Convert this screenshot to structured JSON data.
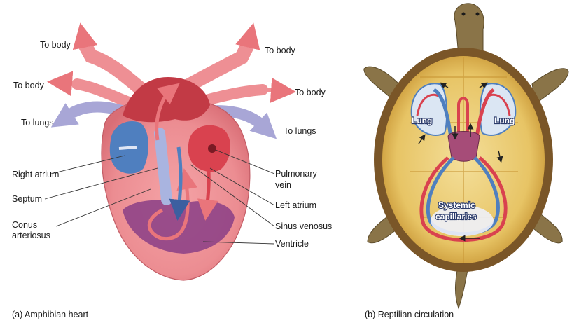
{
  "panel_a": {
    "caption": "(a) Amphibian heart",
    "labels": {
      "to_body_1": "To body",
      "to_body_2": "To body",
      "to_body_3": "To body",
      "to_body_4": "To body",
      "to_lungs_1": "To lungs",
      "to_lungs_2": "To lungs",
      "right_atrium": "Right atrium",
      "septum": "Septum",
      "conus_1": "Conus",
      "conus_2": "arteriosus",
      "pulmonary_1": "Pulmonary",
      "pulmonary_2": "vein",
      "left_atrium": "Left atrium",
      "sinus_venosus": "Sinus venosus",
      "ventricle": "Ventricle"
    }
  },
  "panel_b": {
    "caption": "(b) Reptilian circulation",
    "labels": {
      "lung_left": "Lung",
      "lung_right": "Lung",
      "systemic_1": "Systemic",
      "systemic_2": "capillaries"
    }
  },
  "colors": {
    "oxygenated": "#d9424f",
    "deoxygenated": "#4f7fbf",
    "vessel_pink": "#ee8f94",
    "vessel_lavender": "#a8a6d6",
    "shell": "#e0b24a",
    "skin": "#8a7448"
  }
}
